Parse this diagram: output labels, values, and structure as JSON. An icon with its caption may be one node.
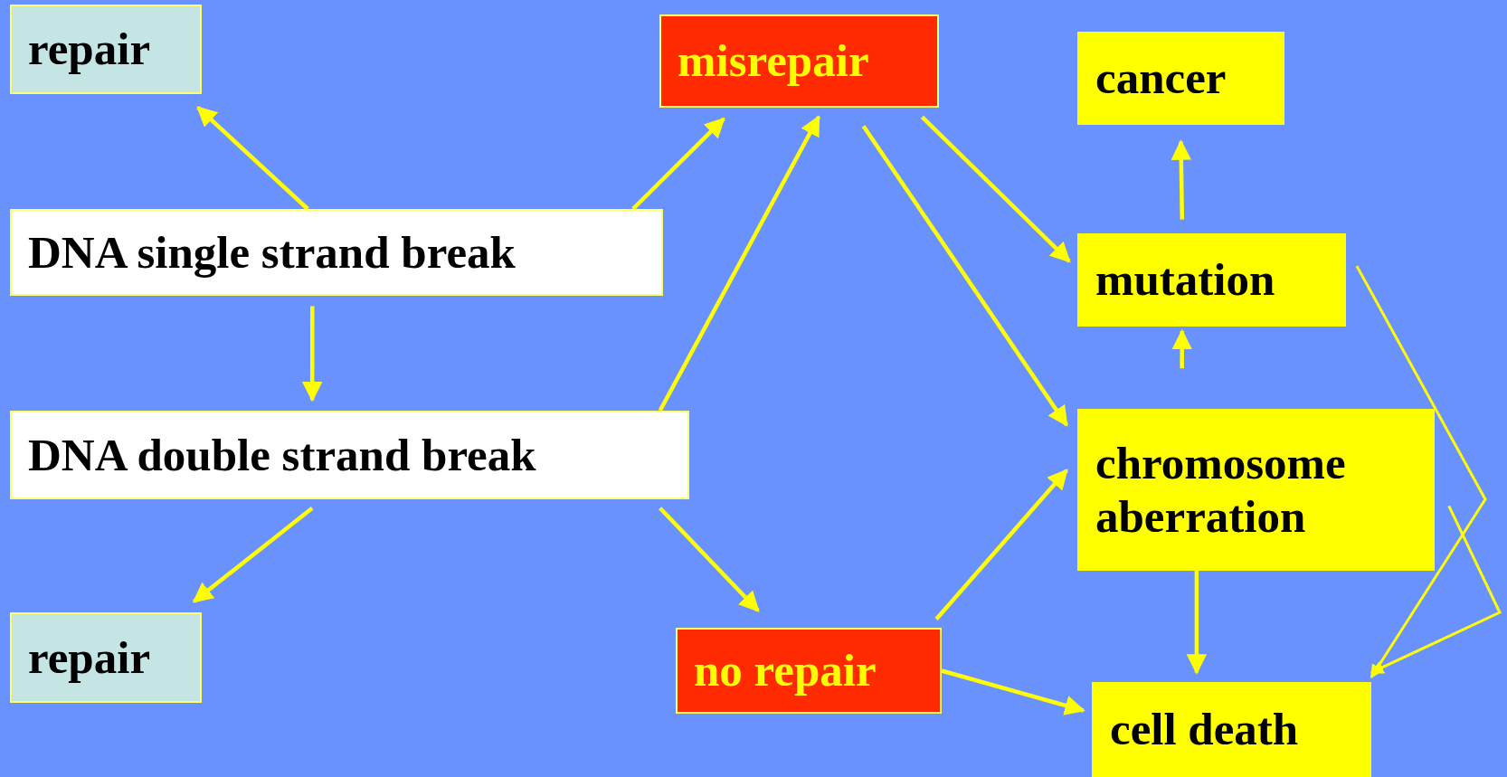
{
  "diagram": {
    "nodes": [
      {
        "text": [
          "repair"
        ]
      },
      {
        "text": [
          "misrepair"
        ]
      },
      {
        "text": [
          "cancer"
        ]
      },
      {
        "text": [
          "DNA single strand break"
        ]
      },
      {
        "text": [
          "mutation"
        ]
      },
      {
        "text": [
          "DNA double strand break"
        ]
      },
      {
        "text": [
          "chromosome aberration"
        ]
      },
      {
        "text": [
          "repair"
        ]
      },
      {
        "text": [
          "no repair"
        ]
      },
      {
        "text": [
          "cell death"
        ]
      }
    ],
    "edges": [
      {
        "from": 3,
        "to": 0,
        "arrow": "to"
      },
      {
        "from": 3,
        "to": 1,
        "arrow": "to"
      },
      {
        "from": 3,
        "to": 5,
        "arrow": "to"
      },
      {
        "from": 5,
        "to": 1,
        "arrow": "to"
      },
      {
        "from": 5,
        "to": 7,
        "arrow": "to"
      },
      {
        "from": 5,
        "to": 8,
        "arrow": "to"
      },
      {
        "from": 1,
        "to": 4,
        "arrow": "to"
      },
      {
        "from": 1,
        "to": 6,
        "arrow": "to"
      },
      {
        "from": 8,
        "to": 6,
        "arrow": "to"
      },
      {
        "from": 8,
        "to": 9,
        "arrow": "to"
      },
      {
        "from": 4,
        "to": 2,
        "arrow": "to"
      },
      {
        "from": 6,
        "to": 4,
        "arrow": "to"
      },
      {
        "from": 6,
        "to": 9,
        "arrow": "to"
      },
      {
        "from": 4,
        "to": 9,
        "arrow": "to"
      },
      {
        "from": 6,
        "to": 9,
        "arrow": "to"
      }
    ]
  }
}
